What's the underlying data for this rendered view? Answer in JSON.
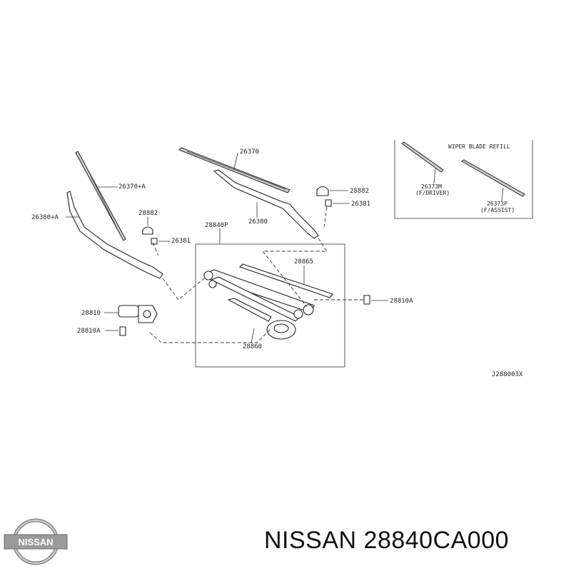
{
  "diagram": {
    "labels": {
      "p26370": "26370",
      "p26370A": "26370+A",
      "p26380A": "26380+A",
      "p28882_left": "28882",
      "p26381_left": "26381",
      "p28840P": "28840P",
      "p26380": "26380",
      "p28882_right": "28882",
      "p26381_right": "26381",
      "p28865": "28865",
      "p28810A_right": "28810A",
      "p28810": "28810",
      "p28810A_left": "28810A",
      "p28860": "28860",
      "refill_title": "WIPER BLADE REFILL",
      "p26373M": "26373M",
      "p26373M_note": "(F/DRIVER)",
      "p26373P": "26373P",
      "p26373P_note": "(F/ASSIST)",
      "drawing_code": "J288003X"
    }
  },
  "brand": {
    "logo_text": "NISSAN",
    "footer": "NISSAN 28840CA000"
  }
}
